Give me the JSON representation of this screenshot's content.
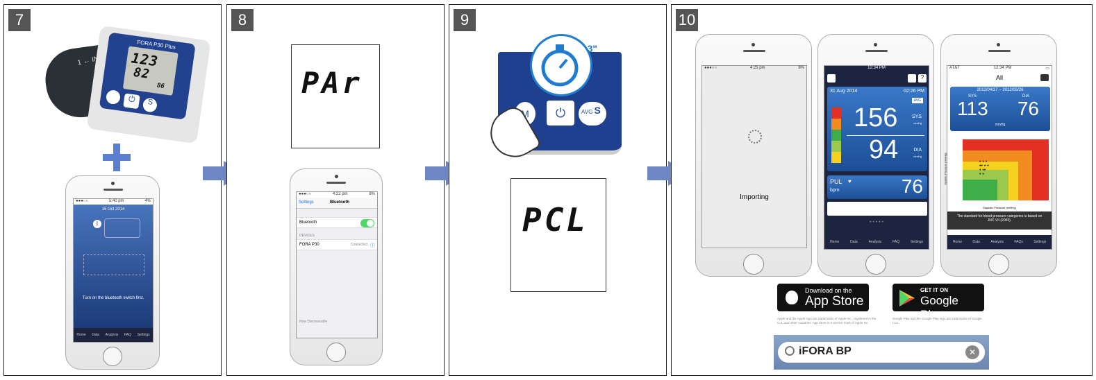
{
  "steps": [
    "7",
    "8",
    "9",
    "10"
  ],
  "panel7": {
    "device_brand": "FORA P30 Plus",
    "index_label": "INDEX",
    "lcd_sys": "123",
    "lcd_dia": "82",
    "lcd_pulse": "86",
    "phone_time": "5:40 pm",
    "phone_battery": "4%",
    "phone_date": "15 Oct 2014",
    "instruction": "Turn on the bluetooth switch first.",
    "tabs": [
      "Home",
      "Data",
      "Analysis",
      "FAQ",
      "Settings"
    ]
  },
  "panel8": {
    "lcd_text": "PAr",
    "phone_time": "4:22 pm",
    "phone_battery": "8%",
    "back_label": "Settings",
    "screen_title": "Bluetooth",
    "bluetooth_label": "Bluetooth",
    "devices_header": "DEVICES",
    "device_name": "FORA P30",
    "device_status": "Connected",
    "discoverable": "Now Discoverable"
  },
  "panel9": {
    "timer_label": "3\"",
    "lcd_text": "PCL",
    "avg_label": "AVG",
    "m_label": "M",
    "s_label": "S"
  },
  "panel10": {
    "phone1_time": "4:25 pm",
    "phone1_battery": "8%",
    "importing": "Importing",
    "phone2_time": "12:34 PM",
    "date": "31 Aug 2014",
    "time": "02:26 PM",
    "avg": "AVG",
    "sys": "156",
    "sys_label": "SYS",
    "sys_unit": "mmHg",
    "dia": "94",
    "dia_label": "DIA",
    "dia_unit": "mmHg",
    "pul_label": "PUL",
    "pul_unit": "bpm",
    "pulse": "76",
    "phone3_carrier": "AT&T",
    "phone3_time": "12:34 PM",
    "all_label": "All",
    "date_range": "2012/04/27 ~ 2012/05/26",
    "sys3": "113",
    "dia3": "76",
    "sys3_label": "SYS",
    "dia3_label": "DIA",
    "mmhg": "mmHg",
    "chart_ylabel": "Systolic Pressure (mmHg)",
    "chart_xlabel": "Diastolic Pressure (mmHg)",
    "chart_note": "The standard for blood pressure categories is based on JNC VII (2003).",
    "tabs2": [
      "Home",
      "Data",
      "Analysis",
      "FAQ",
      "Settings"
    ],
    "tabs3": [
      "Home",
      "Data",
      "Analysis",
      "FAQs",
      "Settings"
    ],
    "appstore_small": "Download on the",
    "appstore_big": "App Store",
    "googleplay_small": "GET IT ON",
    "googleplay_big": "Google Play",
    "apple_legal": "Apple and the Apple logo are trademarks of Apple Inc., registered in the U.S. and other countries. App Store is a service mark of Apple Inc.",
    "google_legal": "Google Play and the Google Play logo are trademarks of Google LLC.",
    "search_value": "iFORA BP"
  },
  "colors": {
    "arrow": "#6f86c4",
    "blue_device": "#1f3f8f",
    "app_blue": "#1d4f95"
  }
}
